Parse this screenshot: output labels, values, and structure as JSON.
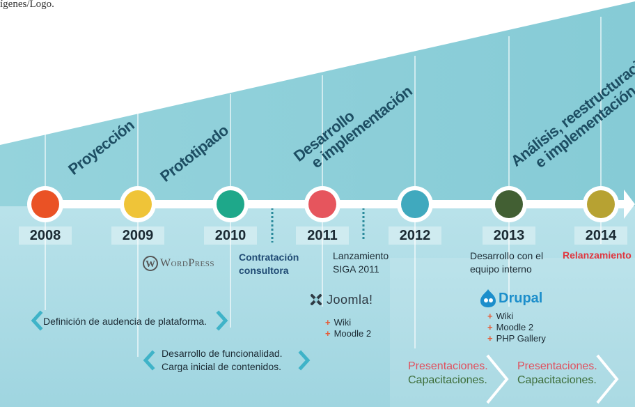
{
  "caption": "ígenes/Logo.",
  "phases": {
    "p1": "Proyección",
    "p2": "Prototipado",
    "p3_line1": "Desarrollo",
    "p3_line2": "e implementación",
    "p4_line1": "Análisis, reestructuración",
    "p4_line2": "e implementación"
  },
  "years": [
    "2008",
    "2009",
    "2010",
    "2011",
    "2012",
    "2013",
    "2014"
  ],
  "milestone_colors": [
    "#ea5225",
    "#efc438",
    "#1ea88a",
    "#e6555d",
    "#40a9be",
    "#425f33",
    "#b7a232"
  ],
  "milestones": {
    "contratacion_line1": "Contratación",
    "contratacion_line2": "consultora",
    "lanzamiento_line1": "Lanzamiento",
    "lanzamiento_line2": "SIGA 2011",
    "desarrollo_equipo_line1": "Desarrollo con el",
    "desarrollo_equipo_line2": "equipo interno",
    "relanzamiento": "Relanzamiento"
  },
  "logos": {
    "wordpress": "WordPress",
    "joomla": "Joomla!",
    "drupal": "Drupal"
  },
  "joomla_items": [
    "Wiki",
    "Moodle 2"
  ],
  "drupal_items": [
    "Wiki",
    "Moodle 2",
    "PHP Gallery"
  ],
  "ranges": {
    "audiencia": "Definición de audencia de plataforma.",
    "funcionalidad_line1": "Desarrollo de funcionalidad.",
    "funcionalidad_line2": "Carga inicial de contenidos."
  },
  "presentaciones": {
    "line1": "Presentaciones.",
    "line2": "Capacitaciones."
  }
}
